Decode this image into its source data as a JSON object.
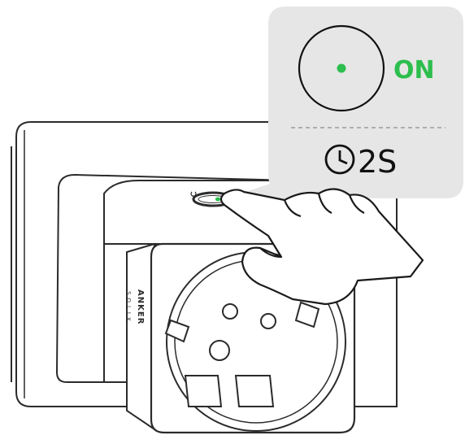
{
  "callout": {
    "status_label": "ON",
    "duration_label": "2S",
    "indicator_color": "#2DBE4E",
    "background_color": "#E6E6E6",
    "label_color": "#2DBE4E",
    "text_color": "#111111"
  },
  "device": {
    "brand": "ANKER",
    "sub_brand": "SOLIX",
    "led_color": "#2DBE4E",
    "line_color": "#2B2B2B"
  },
  "icons": {
    "clock": "clock-icon",
    "power_indicator": "power-indicator-icon",
    "hand": "hand-icon"
  }
}
